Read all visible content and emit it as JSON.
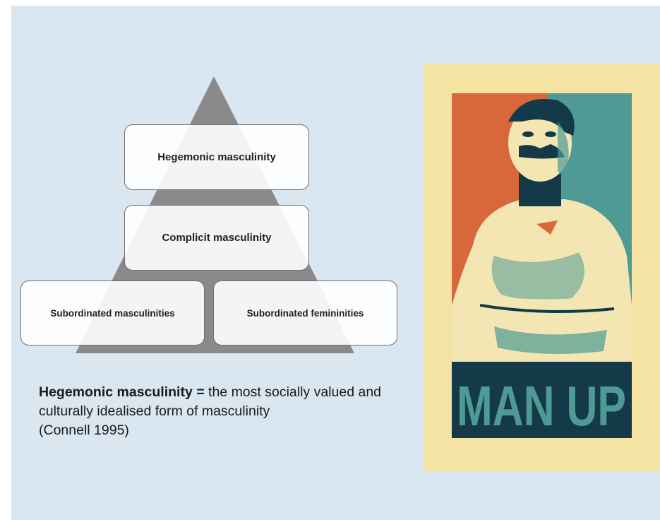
{
  "pyramid": {
    "levels": [
      {
        "id": "hegemonic",
        "label": "Hegemonic masculinity"
      },
      {
        "id": "complicit",
        "label": "Complicit masculinity"
      },
      {
        "id": "subordinated-masc",
        "label": "Subordinated masculinities"
      },
      {
        "id": "subordinated-fem",
        "label": "Subordinated femininities"
      }
    ]
  },
  "definition": {
    "term": "Hegemonic masculinity =",
    "text": " the most socially valued and culturally idealised form of masculinity",
    "citation": "(Connell 1995)"
  },
  "poster": {
    "slogan": "MAN UP",
    "colors": {
      "frame": "#f5e3a4",
      "orange": "#d8673a",
      "teal": "#4f9a94",
      "dark": "#143a4a",
      "cream": "#f3e6b3"
    }
  }
}
